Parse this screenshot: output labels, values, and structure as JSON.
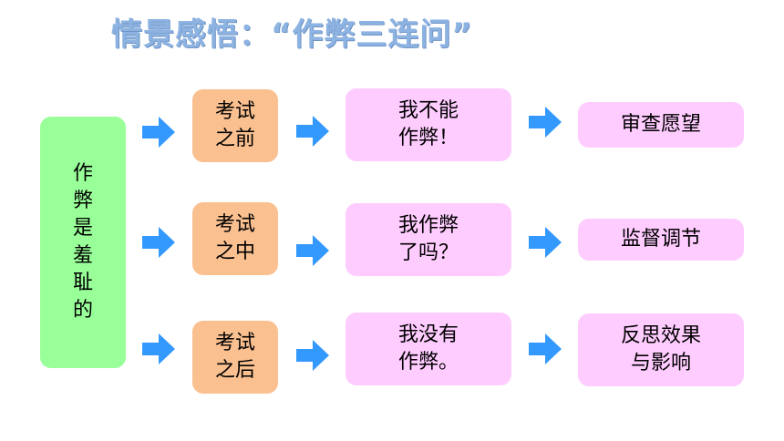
{
  "title": "情景感悟：“作弊三连问”",
  "main_box": "作\n弊\n是\n羞\n耻\n的",
  "rows": [
    {
      "stage": "考试\n之前",
      "question": "我不能\n作弊！",
      "result": "审查愿望"
    },
    {
      "stage": "考试\n之中",
      "question": "我作弊\n了吗？",
      "result": "监督调节"
    },
    {
      "stage": "考试\n之后",
      "question": "我没有\n作弊。",
      "result": "反思效果\n与影响"
    }
  ],
  "colors": {
    "title": "#8db3e2",
    "main_box": "#99ff99",
    "stage_box": "#fac090",
    "question_box": "#ffccff",
    "result_box": "#ffccff",
    "arrow": "#3399ff"
  },
  "icons": {
    "arrow": "right-arrow-icon"
  }
}
